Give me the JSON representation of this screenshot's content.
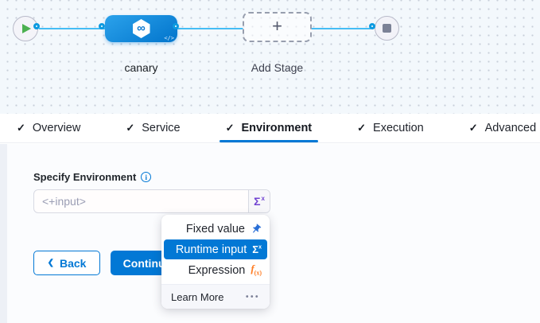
{
  "pipeline": {
    "stage_label": "canary",
    "add_stage_label": "Add Stage",
    "stage_icon": "cd-hexagon-infinity-icon",
    "code_glyph": "</>"
  },
  "glyphs": {
    "check": "✓",
    "plus": "+",
    "infinity": "∞",
    "chevron_left": "❮",
    "info": "i",
    "sigma": "Σ",
    "sigma_sup": "x",
    "fx_f": "f",
    "fx_sub": "(x)",
    "ellipsis": "•••"
  },
  "tabs": [
    {
      "label": "Overview",
      "checked": true,
      "active": false
    },
    {
      "label": "Service",
      "checked": true,
      "active": false
    },
    {
      "label": "Environment",
      "checked": true,
      "active": true
    },
    {
      "label": "Execution",
      "checked": true,
      "active": false
    },
    {
      "label": "Advanced",
      "checked": true,
      "active": false
    }
  ],
  "form": {
    "label": "Specify Environment",
    "input_placeholder": "<+input>"
  },
  "buttons": {
    "back": "Back",
    "continue": "Continue"
  },
  "dropdown": {
    "items": [
      {
        "label": "Fixed value",
        "icon": "pin-icon",
        "selected": false
      },
      {
        "label": "Runtime input",
        "icon": "sigma-icon",
        "selected": true
      },
      {
        "label": "Expression",
        "icon": "fx-icon",
        "selected": false
      }
    ],
    "footer": {
      "label": "Learn More",
      "icon": "ellipsis-icon"
    }
  },
  "colors": {
    "primary_blue": "#0278d5",
    "connector_line": "#45bdf5",
    "sigma_purple": "#7143d1",
    "expression_orange": "#ff7b21",
    "canvas_bg": "#f3f8fc",
    "selected_item_bg": "#0278d5"
  }
}
